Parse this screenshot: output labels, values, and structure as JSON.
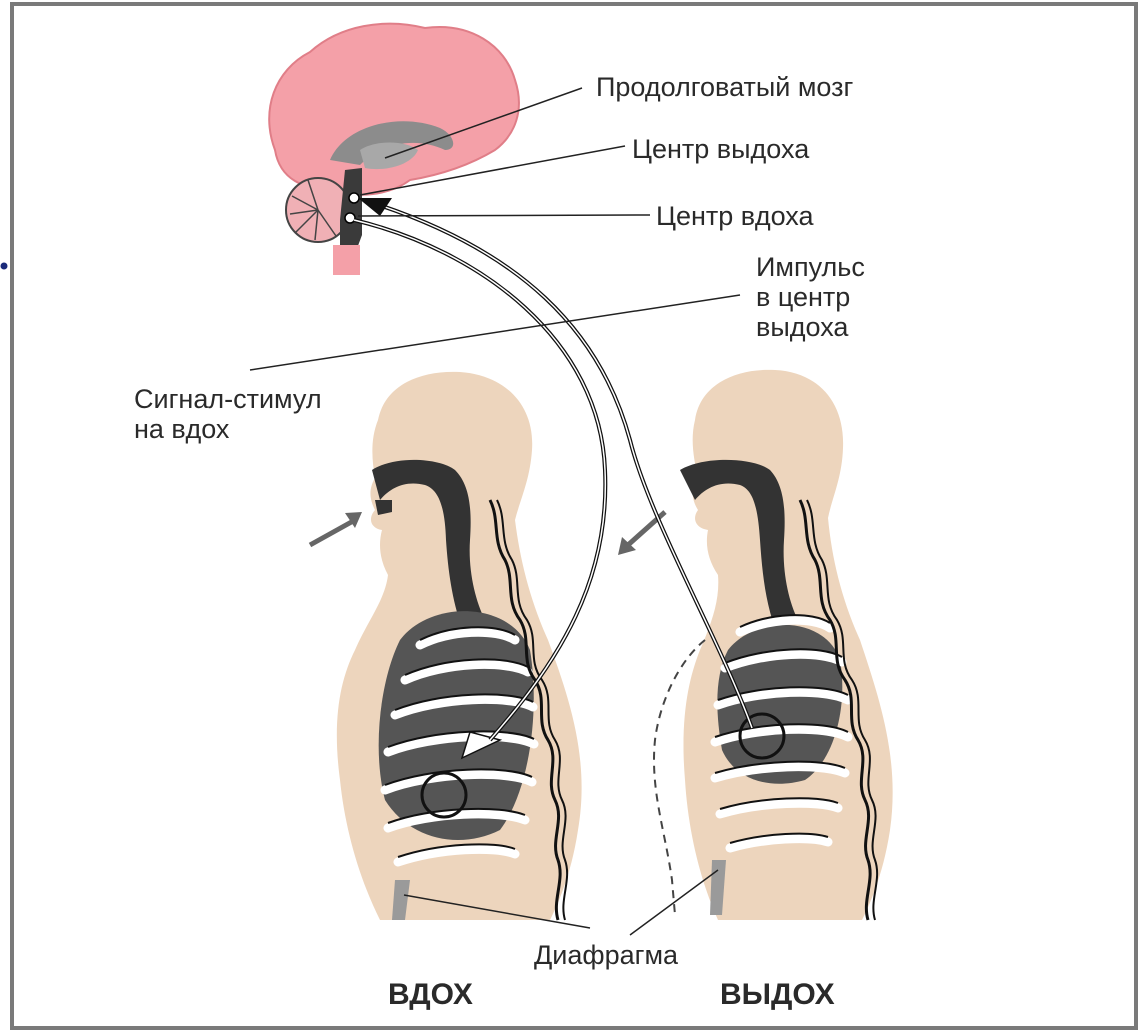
{
  "labels": {
    "medulla": "Продолговатый мозг",
    "exhale_center": "Центр выдоха",
    "inhale_center": "Центр вдоха",
    "impulse_line1": "Импульс",
    "impulse_line2": "в центр",
    "impulse_line3": "выдоха",
    "signal_line1": "Сигнал-стимул",
    "signal_line2": "на вдох",
    "diaphragm": "Диафрагма",
    "inhale_caption": "ВДОХ",
    "exhale_caption": "ВЫДОХ"
  },
  "colors": {
    "brain": "#f4a0a8",
    "skin": "#edd5bd",
    "airway": "#333333",
    "lung": "#555555",
    "frame": "#7a7a7a"
  }
}
